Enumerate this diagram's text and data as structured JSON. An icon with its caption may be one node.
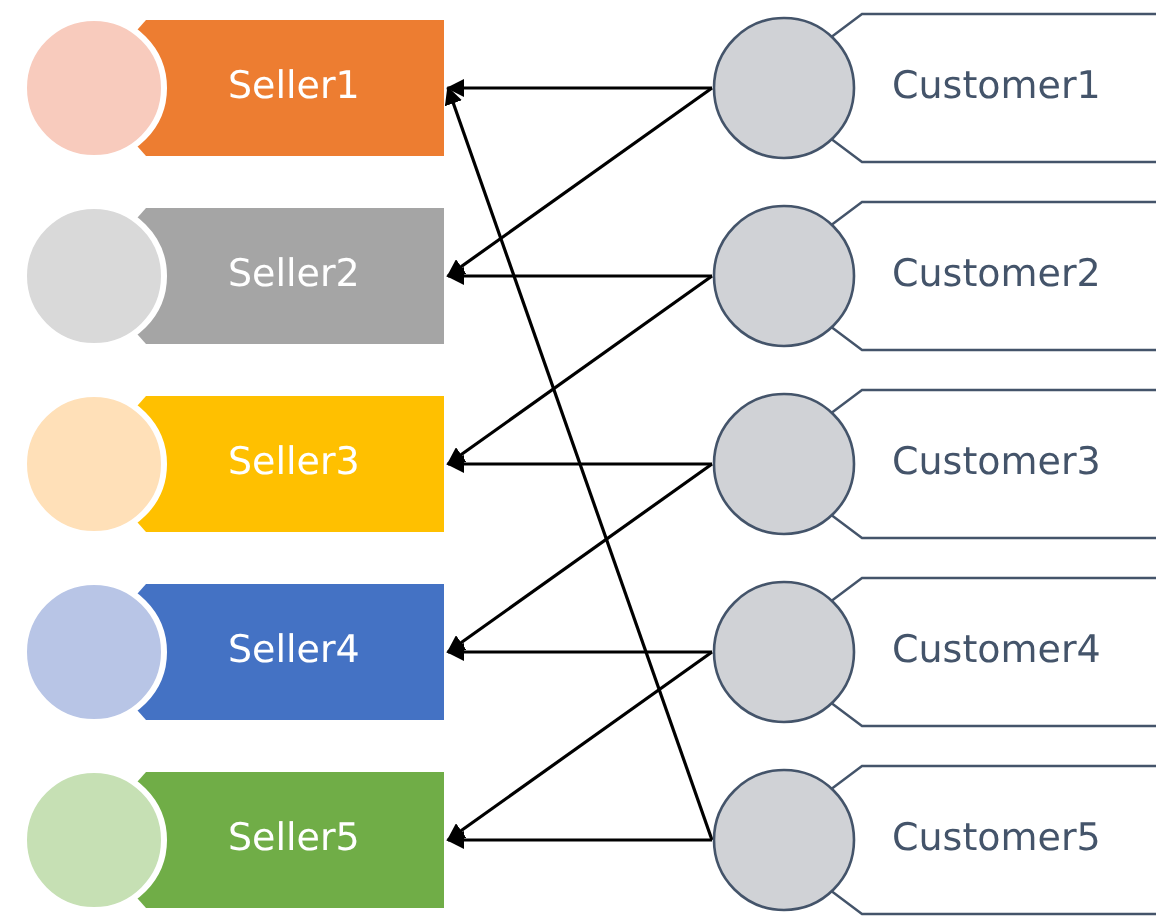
{
  "diagram": {
    "nodes": [
      {
        "text": [
          "Seller1"
        ]
      },
      {
        "text": [
          "Seller2"
        ]
      },
      {
        "text": [
          "Seller3"
        ]
      },
      {
        "text": [
          "Seller4"
        ]
      },
      {
        "text": [
          "Seller5"
        ]
      },
      {
        "text": [
          "Customer1"
        ]
      },
      {
        "text": [
          "Customer2"
        ]
      },
      {
        "text": [
          "Customer3"
        ]
      },
      {
        "text": [
          "Customer4"
        ]
      },
      {
        "text": [
          "Customer5"
        ]
      }
    ],
    "edges": [
      {
        "from": 5,
        "to": 0,
        "arrow": "to"
      },
      {
        "from": 5,
        "to": 1,
        "arrow": "to"
      },
      {
        "from": 6,
        "to": 1,
        "arrow": "to"
      },
      {
        "from": 6,
        "to": 2,
        "arrow": "to"
      },
      {
        "from": 7,
        "to": 2,
        "arrow": "to"
      },
      {
        "from": 7,
        "to": 3,
        "arrow": "to"
      },
      {
        "from": 8,
        "to": 3,
        "arrow": "to"
      },
      {
        "from": 8,
        "to": 4,
        "arrow": "to"
      },
      {
        "from": 9,
        "to": 4,
        "arrow": "to"
      },
      {
        "from": 9,
        "to": 0,
        "arrow": "to"
      }
    ]
  }
}
